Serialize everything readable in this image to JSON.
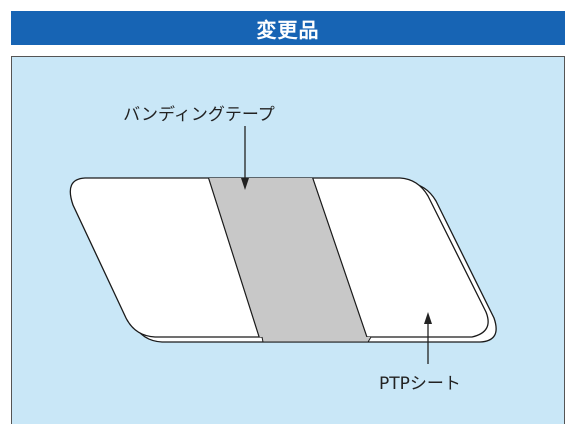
{
  "header": {
    "title": "変更品"
  },
  "diagram": {
    "label_banding_tape": "バンディングテープ",
    "label_ptp_sheet": "PTPシート"
  },
  "colors": {
    "header_bg": "#1764b4",
    "panel_bg": "#c9e7f7",
    "sheet_fill": "#ffffff",
    "tape_fill": "#c8c8c8"
  }
}
